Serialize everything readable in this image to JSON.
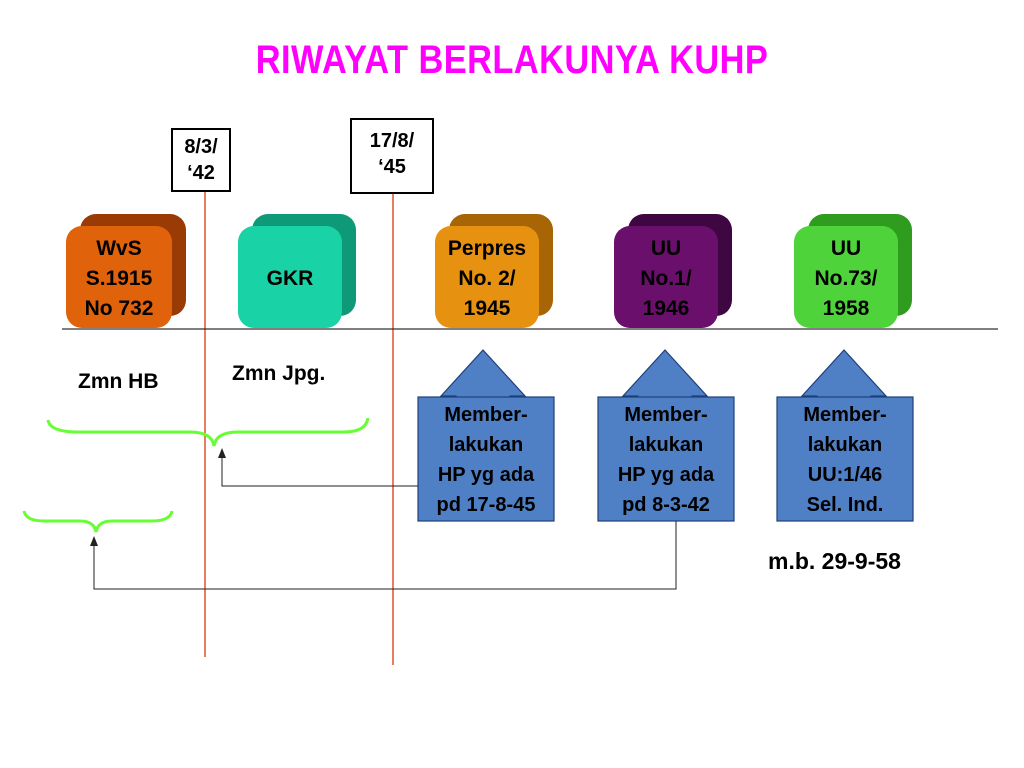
{
  "title": "RIWAYAT BERLAKUNYA KUHP",
  "dates": [
    {
      "line1": "8/3/",
      "line2": "‘42"
    },
    {
      "line1": "17/8/",
      "line2": "‘45"
    }
  ],
  "blocks": [
    {
      "lines": [
        "WvS",
        "S.1915",
        "No 732"
      ],
      "color": "#e0620b"
    },
    {
      "lines": [
        "GKR"
      ],
      "color": "#19d2a5"
    },
    {
      "lines": [
        "Perpres",
        "No. 2/",
        "1945"
      ],
      "color": "#e69210"
    },
    {
      "lines": [
        "UU",
        "No.1/",
        "1946"
      ],
      "color": "#6a0f6c"
    },
    {
      "lines": [
        "UU",
        "No.73/",
        "1958"
      ],
      "color": "#4ed43a"
    }
  ],
  "periods": {
    "hb": "Zmn HB",
    "jpg": "Zmn Jpg."
  },
  "notes": [
    {
      "lines": [
        "Member-",
        "lakukan",
        "HP yg ada",
        "pd 17-8-45"
      ]
    },
    {
      "lines": [
        "Member-",
        "lakukan",
        "HP yg ada",
        "pd 8-3-42"
      ]
    },
    {
      "lines": [
        "Member-",
        "lakukan",
        "UU:1/46",
        "Sel. Ind."
      ]
    }
  ],
  "mb": "m.b. 29-9-58",
  "colors": {
    "note_fill": "#4f7fc4",
    "brace": "#66ff33",
    "red_line": "#e0522c",
    "title": "#ff00ff"
  }
}
